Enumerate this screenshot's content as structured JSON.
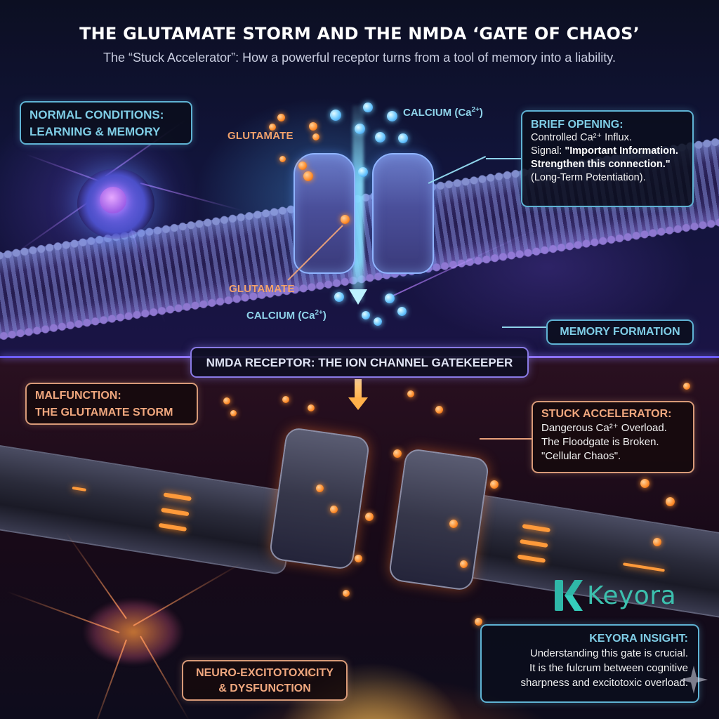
{
  "header": {
    "title": "THE GLUTAMATE STORM AND THE NMDA ‘GATE OF CHAOS’",
    "subtitle": "The “Stuck Accelerator”: How a powerful receptor turns from a tool of memory into a liability."
  },
  "top_panel": {
    "normal_box": {
      "line1": "NORMAL CONDITIONS:",
      "line2": "LEARNING & MEMORY"
    },
    "label_glutamate_upper": "GLUTAMATE",
    "label_calcium_upper": {
      "text": "CALCIUM (Ca",
      "sup": "2+",
      "close": ")"
    },
    "label_glutamate_lower": "GLUTAMATE",
    "label_calcium_lower": {
      "text": "CALCIUM (Ca",
      "sup": "2+",
      "close": ")"
    },
    "brief_box": {
      "heading": "BRIEF OPENING:",
      "line1": "Controlled Ca²⁺ Influx.",
      "signal_prefix": "Signal: ",
      "signal_bold": "\"Important Information. Strengthen this connection.\"",
      "line3": "(Long-Term Potentiation)."
    },
    "memory_box": "MEMORY FORMATION"
  },
  "divider": {
    "nmda_label": "NMDA RECEPTOR: THE ION CHANNEL GATEKEEPER"
  },
  "bottom_panel": {
    "malfunction_box": {
      "line1": "MALFUNCTION:",
      "line2": "THE GLUTAMATE STORM"
    },
    "stuck_box": {
      "heading": "STUCK ACCELERATOR:",
      "line1": "Dangerous Ca²⁺ Overload.",
      "line2": "The Floodgate is Broken.",
      "line3": "\"Cellular Chaos\"."
    },
    "neuro_box": {
      "line1": "NEURO-EXCITOTOXICITY",
      "line2": "& DYSFUNCTION"
    },
    "logo": {
      "text": "Keyora",
      "icon": "keyora-k-logo"
    },
    "insight_box": {
      "heading": "KEYORA INSIGHT:",
      "line1": "Understanding this gate is crucial.",
      "line2": "It is the fulcrum between cognitive",
      "line3": "sharpness and excitotoxic overload."
    }
  },
  "colors": {
    "background_top": "#11143a",
    "background_bottom": "#180a18",
    "accent_cool": "#7fcde6",
    "accent_warm": "#f0a77e",
    "divider": "#8a7be6",
    "logo": "#3cc0ae"
  },
  "icons": [
    "neuron-icon",
    "ion-channel-icon",
    "calcium-ion-icon",
    "glutamate-molecule-icon",
    "down-arrow-icon",
    "sparkle-icon"
  ]
}
